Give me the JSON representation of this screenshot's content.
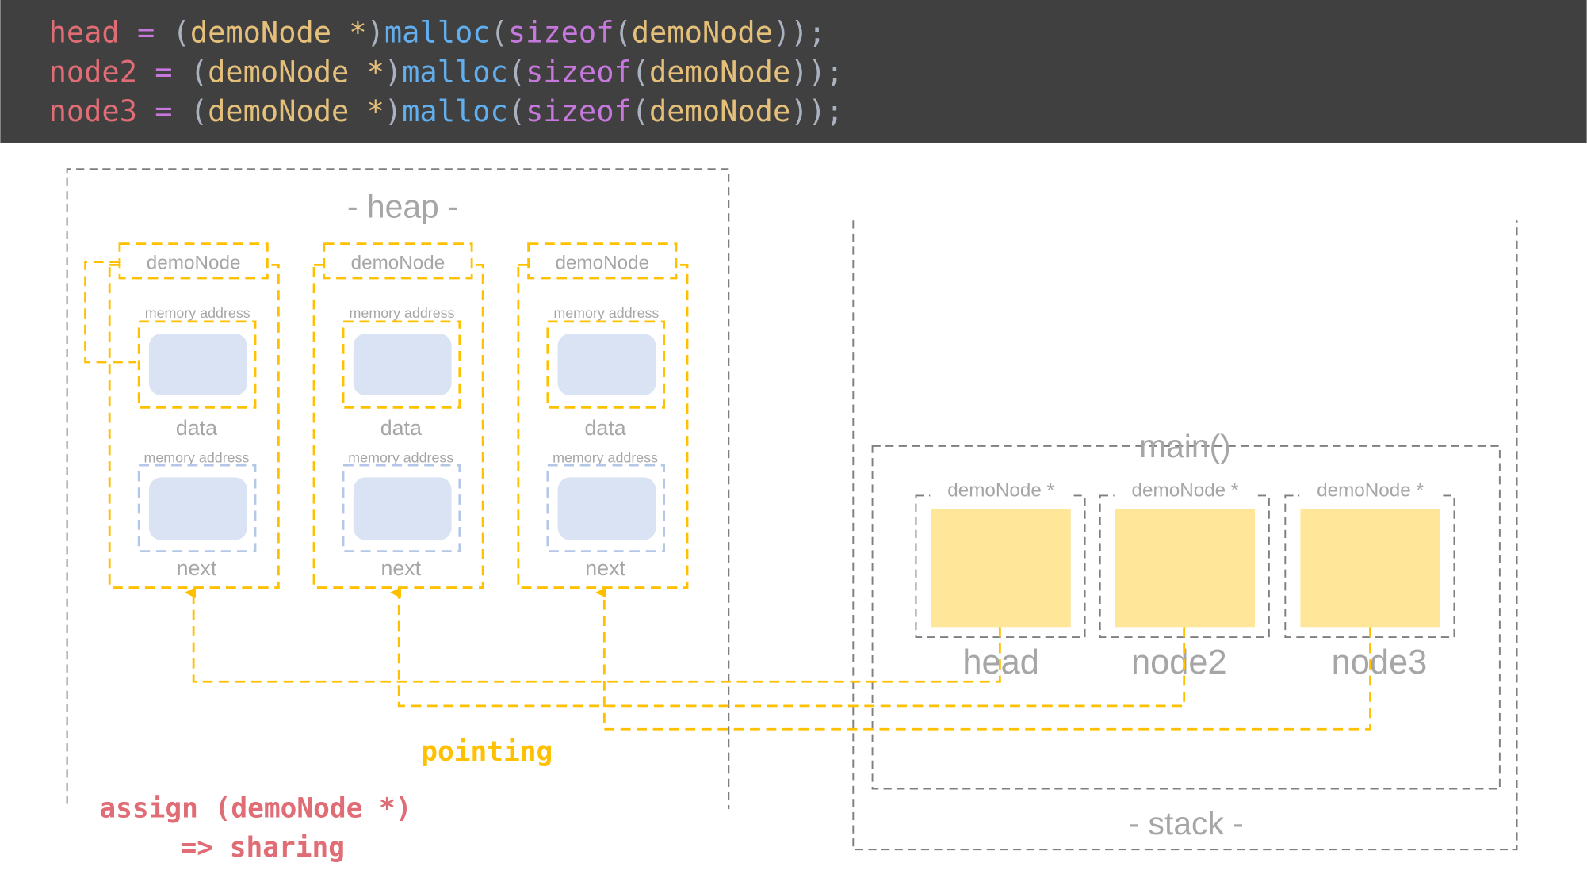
{
  "code": {
    "lines": [
      {
        "var": "head",
        "eq": " = ",
        "open": "(",
        "type": "demoNode *",
        "close": ")",
        "fn": "malloc",
        "p1": "(",
        "kw": "sizeof",
        "p2": "(",
        "arg": "demoNode",
        "end": "));"
      },
      {
        "var": "node2",
        "eq": " = ",
        "open": "(",
        "type": "demoNode *",
        "close": ")",
        "fn": "malloc",
        "p1": "(",
        "kw": "sizeof",
        "p2": "(",
        "arg": "demoNode",
        "end": "));"
      },
      {
        "var": "node3",
        "eq": " = ",
        "open": "(",
        "type": "demoNode *",
        "close": ")",
        "fn": "malloc",
        "p1": "(",
        "kw": "sizeof",
        "p2": "(",
        "arg": "demoNode",
        "end": "));"
      }
    ],
    "colors": {
      "variable": "#e06c75",
      "operator": "#c678dd",
      "type": "#e5c07b",
      "function": "#61afef",
      "punct": "#abb2bf",
      "background": "#404040"
    }
  },
  "heap": {
    "title": "- heap -",
    "nodes": [
      {
        "label": "demoNode",
        "data_addr": "memory address",
        "data": "data",
        "next_addr": "memory address",
        "next": "next"
      },
      {
        "label": "demoNode",
        "data_addr": "memory address",
        "data": "data",
        "next_addr": "memory address",
        "next": "next"
      },
      {
        "label": "demoNode",
        "data_addr": "memory address",
        "data": "data",
        "next_addr": "memory address",
        "next": "next"
      }
    ]
  },
  "stack": {
    "title": "- stack -",
    "frame": "main()",
    "pointers": [
      {
        "type": "demoNode *",
        "name": "head"
      },
      {
        "type": "demoNode *",
        "name": "node2"
      },
      {
        "type": "demoNode *",
        "name": "node3"
      }
    ]
  },
  "annotations": {
    "pointing": "pointing",
    "assign": "assign (demoNode *)",
    "sharing": "=> sharing"
  },
  "colors": {
    "accent_yellow": "#ffc000",
    "pointer_fill": "#ffe699",
    "cell_fill": "#dae3f3",
    "next_border": "#b4c7e7",
    "note_pink": "#e06c75"
  }
}
